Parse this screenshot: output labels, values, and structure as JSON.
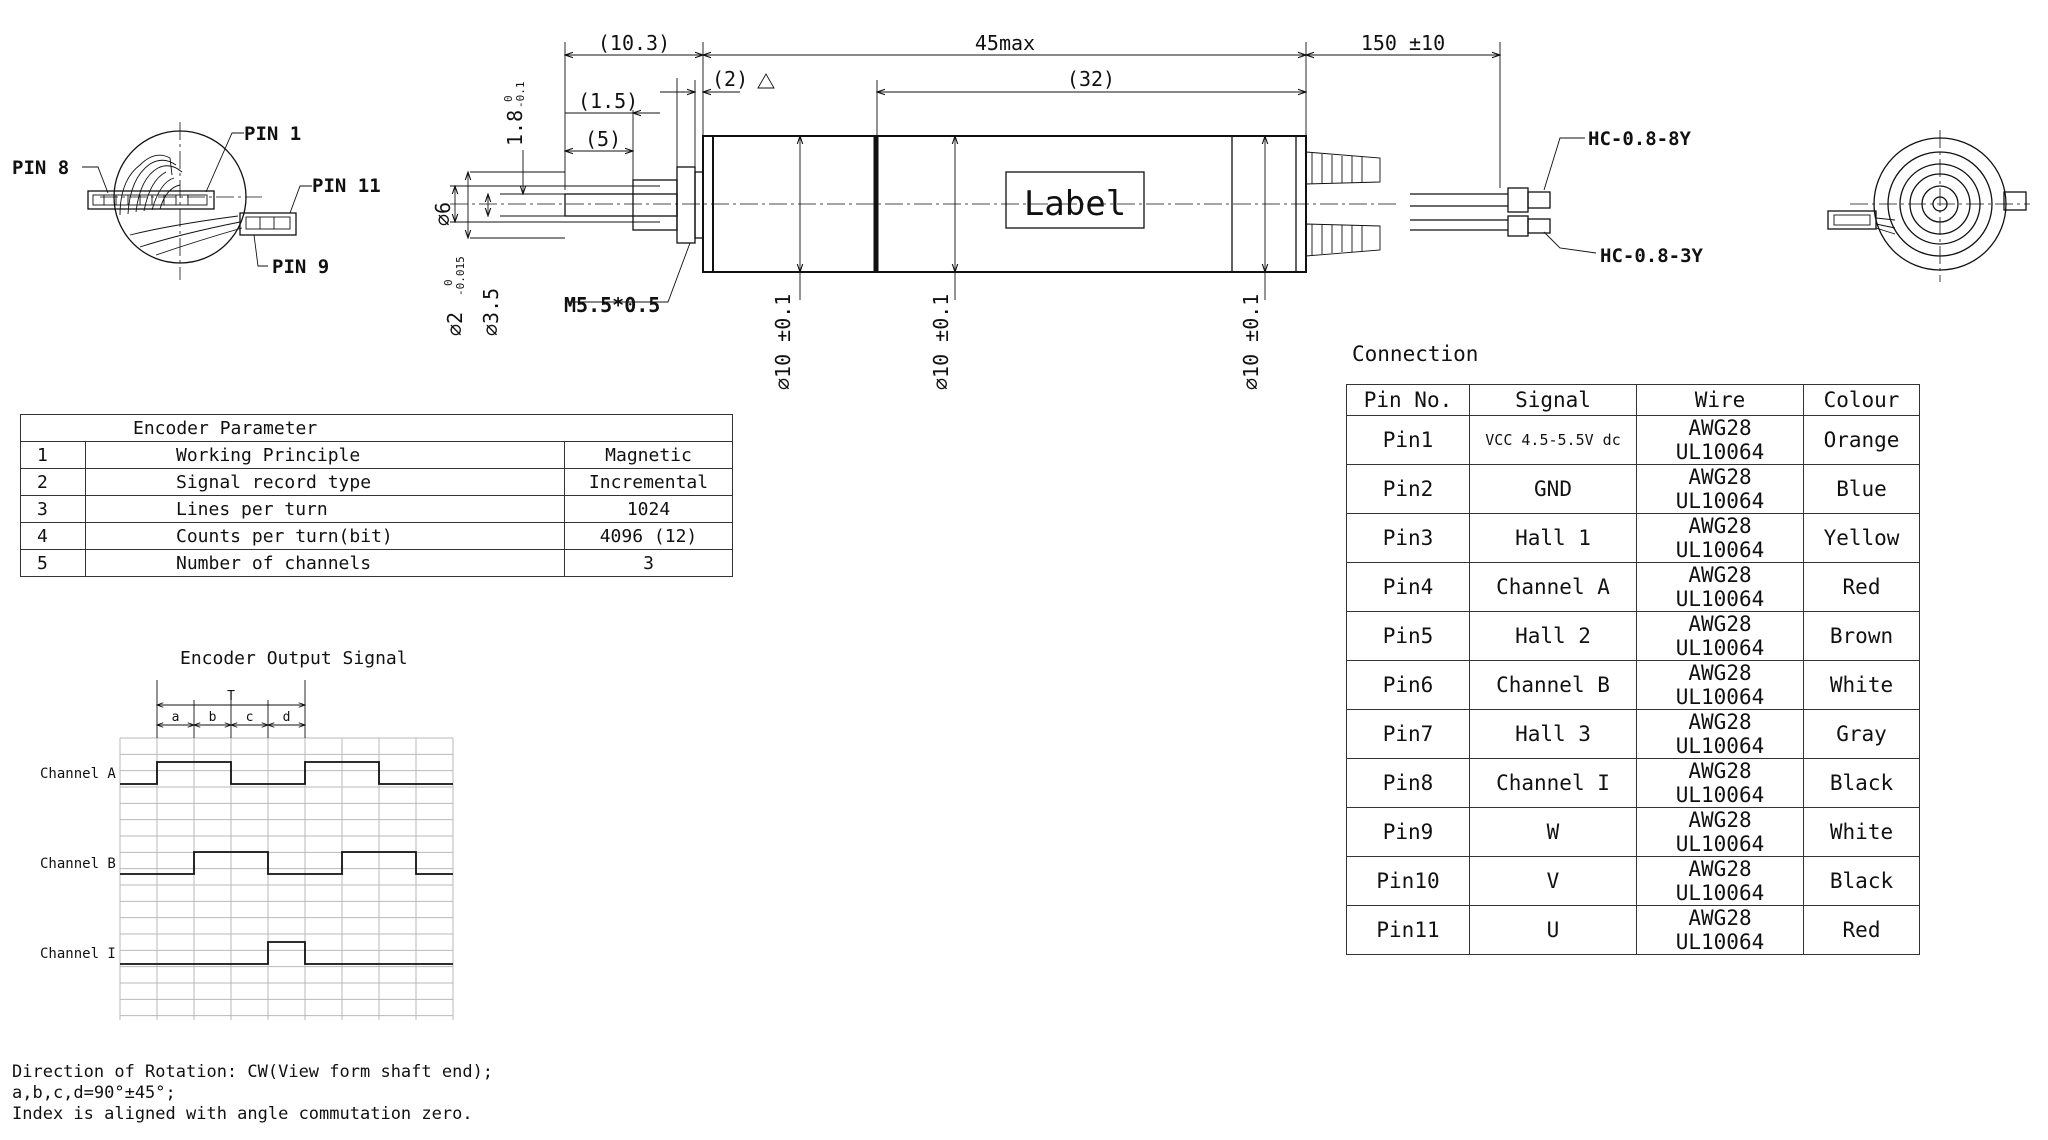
{
  "drawing": {
    "dims": {
      "d10_3": "(10.3)",
      "d45max": "45max",
      "d150": "150 ±10",
      "d2": "(2)",
      "d32": "(32)",
      "d1_5": "(1.5)",
      "d5": "(5)",
      "d1_8": "1.8",
      "d1_8_upper": "0",
      "d1_8_lower": "-0.1",
      "phi6": "∅6",
      "phi2": "∅2",
      "phi2_upper": "0",
      "phi2_lower": "-0.015",
      "phi3_5": "∅3.5",
      "m5": "M5.5*0.5",
      "phi10_a": "∅10 ±0.1",
      "phi10_b": "∅10 ±0.1",
      "phi10_c": "∅10 ±0.1"
    },
    "label_box": "Label",
    "connector_top": "HC-0.8-8Y",
    "connector_bottom": "HC-0.8-3Y",
    "pins": {
      "pin1": "PIN 1",
      "pin8": "PIN 8",
      "pin11": "PIN 11",
      "pin9": "PIN 9"
    }
  },
  "encoder_parameter": {
    "title": "Encoder Parameter",
    "rows": [
      {
        "no": "1",
        "name": "Working Principle",
        "value": "Magnetic"
      },
      {
        "no": "2",
        "name": "Signal record type",
        "value": "Incremental"
      },
      {
        "no": "3",
        "name": "Lines per turn",
        "value": "1024"
      },
      {
        "no": "4",
        "name": "Counts per turn(bit)",
        "value": "4096 (12)"
      },
      {
        "no": "5",
        "name": "Number of channels",
        "value": "3"
      }
    ]
  },
  "connection": {
    "title": "Connection",
    "headers": [
      "Pin No.",
      "Signal",
      "Wire",
      "Colour"
    ],
    "rows": [
      {
        "pin": "Pin1",
        "signal": "VCC 4.5-5.5V dc",
        "wire": "AWG28 UL10064",
        "colour": "Orange"
      },
      {
        "pin": "Pin2",
        "signal": "GND",
        "wire": "AWG28 UL10064",
        "colour": "Blue"
      },
      {
        "pin": "Pin3",
        "signal": "Hall 1",
        "wire": "AWG28 UL10064",
        "colour": "Yellow"
      },
      {
        "pin": "Pin4",
        "signal": "Channel A",
        "wire": "AWG28 UL10064",
        "colour": "Red"
      },
      {
        "pin": "Pin5",
        "signal": "Hall 2",
        "wire": "AWG28 UL10064",
        "colour": "Brown"
      },
      {
        "pin": "Pin6",
        "signal": "Channel B",
        "wire": "AWG28 UL10064",
        "colour": "White"
      },
      {
        "pin": "Pin7",
        "signal": "Hall 3",
        "wire": "AWG28 UL10064",
        "colour": "Gray"
      },
      {
        "pin": "Pin8",
        "signal": "Channel I",
        "wire": "AWG28 UL10064",
        "colour": "Black"
      },
      {
        "pin": "Pin9",
        "signal": "W",
        "wire": "AWG28 UL10064",
        "colour": "White"
      },
      {
        "pin": "Pin10",
        "signal": "V",
        "wire": "AWG28 UL10064",
        "colour": "Black"
      },
      {
        "pin": "Pin11",
        "signal": "U",
        "wire": "AWG28 UL10064",
        "colour": "Red"
      }
    ]
  },
  "output_signal": {
    "title": "Encoder Output Signal",
    "period_label": "T",
    "segment_labels": [
      "a",
      "b",
      "c",
      "d"
    ],
    "channels": [
      {
        "name": "Channel A",
        "levels": [
          0,
          1,
          1,
          0,
          0,
          1,
          1,
          0,
          0
        ]
      },
      {
        "name": "Channel B",
        "levels": [
          0,
          0,
          1,
          1,
          0,
          0,
          1,
          1,
          0
        ]
      },
      {
        "name": "Channel I",
        "levels": [
          0,
          0,
          0,
          0,
          1,
          0,
          0,
          0,
          0
        ]
      }
    ]
  },
  "notes": [
    "Direction of Rotation: CW(View form shaft end);",
    "a,b,c,d=90°±45°;",
    "Index is aligned with angle commutation zero."
  ]
}
